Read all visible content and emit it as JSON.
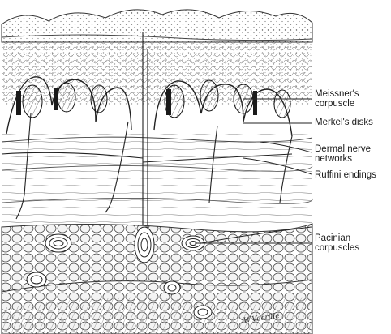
{
  "labels": {
    "meissner_line1": "Meissner's",
    "meissner_line2": "corpuscle",
    "merkel": "Merkel's disks",
    "dermal_line1": "Dermal nerve",
    "dermal_line2": "networks",
    "ruffini": "Ruffini endings",
    "pacinian_line1": "Pacinian",
    "pacinian_line2": "corpuscles"
  },
  "signature": "W.Vecrille"
}
